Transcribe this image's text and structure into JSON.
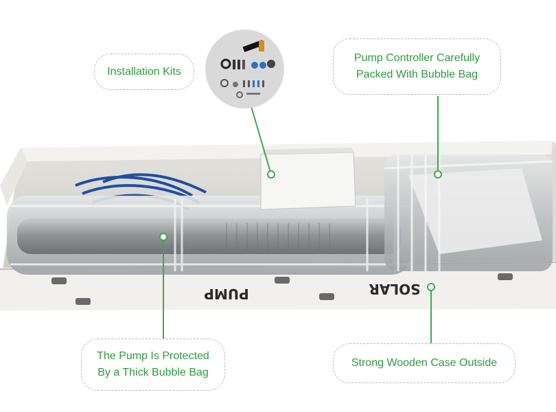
{
  "callouts": {
    "installation_kits": "Installation Kits",
    "pump_controller": "Pump Controller Carefully\nPacked With Bubble Bag",
    "pump_protected": "The Pump Is Protected\nBy a Thick Bubble Bag",
    "wooden_case": "Strong Wooden Case Outside"
  },
  "box_print": {
    "left": "PUMP",
    "right": "SOLAR"
  },
  "colors": {
    "accent_green": "#2f9a3c",
    "dashed_border": "#b9b9b9",
    "box_white": "#f1f0ec",
    "bubble_wrap": "#d7d9da",
    "hose_blue": "#1f4fa3"
  }
}
